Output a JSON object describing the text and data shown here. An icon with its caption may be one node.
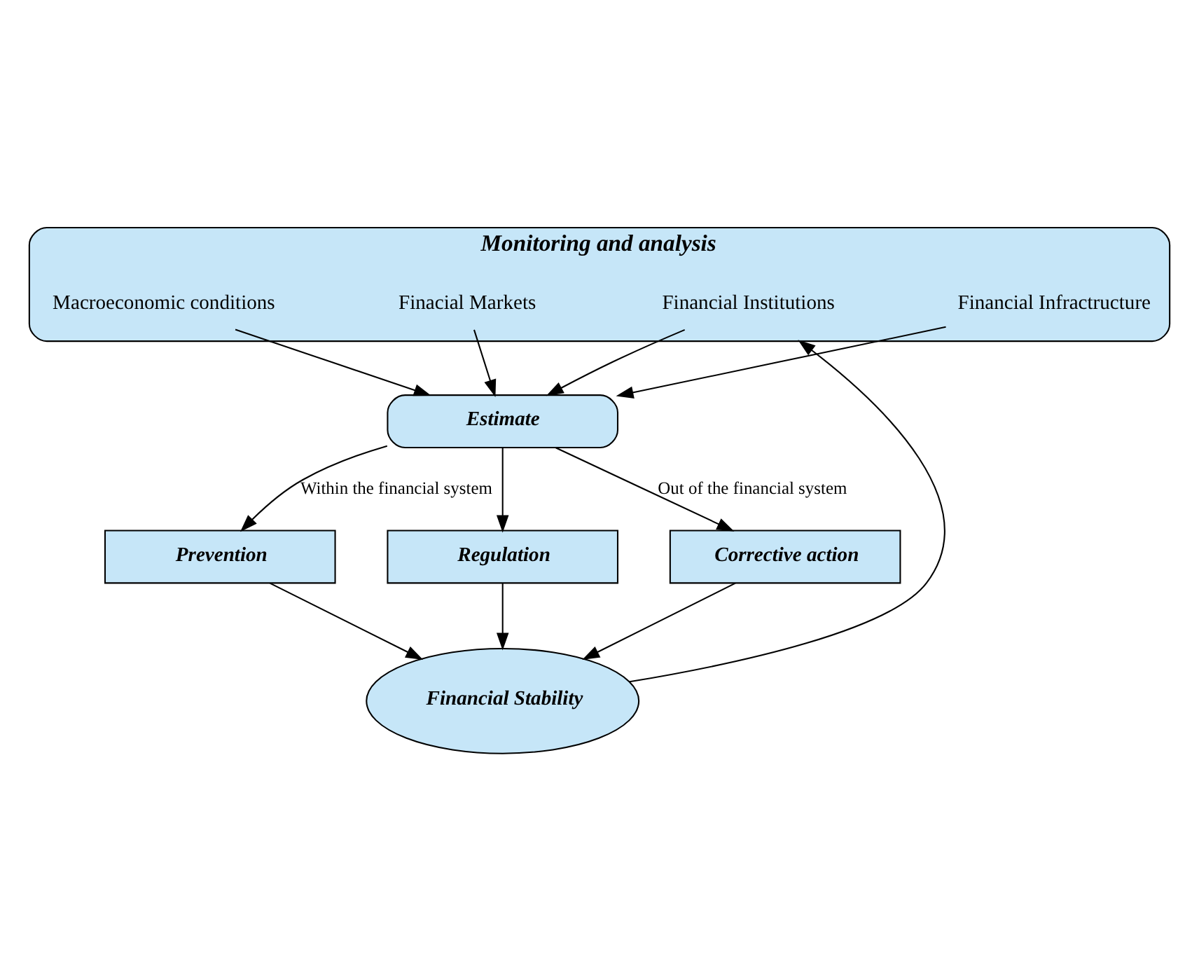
{
  "diagram": {
    "nodes": [
      {
        "text": [
          "Monitoring and analysis"
        ]
      },
      {
        "text": [
          "Macroeconomic conditions"
        ],
        "in": 0
      },
      {
        "text": [
          "Finacial Markets"
        ],
        "in": 0
      },
      {
        "text": [
          "Financial Institutions"
        ],
        "in": 0
      },
      {
        "text": [
          "Financial Infractructure"
        ],
        "in": 0
      },
      {
        "text": [
          "Estimate"
        ]
      },
      {
        "text": [
          "Prevention"
        ]
      },
      {
        "text": [
          "Regulation"
        ]
      },
      {
        "text": [
          "Corrective action"
        ]
      },
      {
        "text": [
          "Financial Stability"
        ]
      }
    ],
    "edges": [
      {
        "from": 1,
        "to": 5,
        "arrow": "to"
      },
      {
        "from": 2,
        "to": 5,
        "arrow": "to"
      },
      {
        "from": 3,
        "to": 5,
        "arrow": "to"
      },
      {
        "from": 4,
        "to": 5,
        "arrow": "to"
      },
      {
        "from": 5,
        "to": 6,
        "arrow": "to",
        "label": "Within the financial system"
      },
      {
        "from": 5,
        "to": 7,
        "arrow": "to"
      },
      {
        "from": 5,
        "to": 8,
        "arrow": "to",
        "label": "Out of the financial system"
      },
      {
        "from": 6,
        "to": 9,
        "arrow": "to"
      },
      {
        "from": 7,
        "to": 9,
        "arrow": "to"
      },
      {
        "from": 8,
        "to": 9,
        "arrow": "to"
      },
      {
        "from": 9,
        "to": 0,
        "arrow": "to"
      }
    ]
  }
}
